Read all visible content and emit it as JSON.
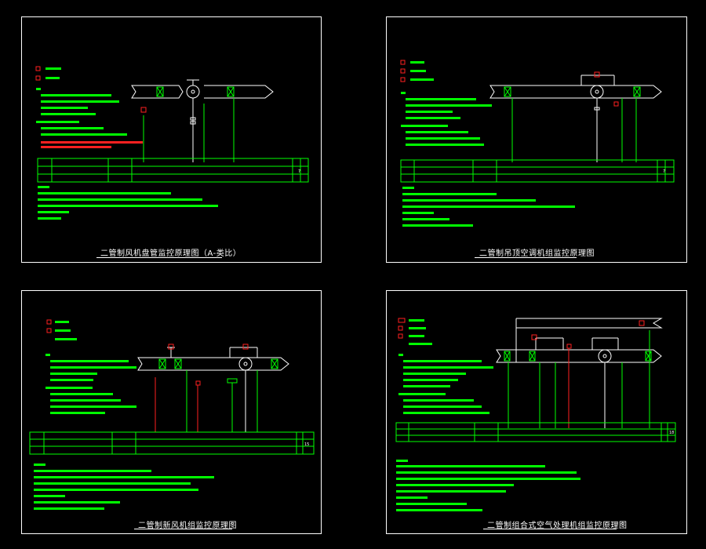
{
  "sheets": [
    {
      "title": "二管制风机盘管监控原理图（A-类比）",
      "table_end": "7"
    },
    {
      "title": "二管制吊顶空调机组监控原理图",
      "table_end": "7"
    },
    {
      "title": "二管制新风机组监控原理图",
      "table_end": "15"
    },
    {
      "title": "二管制组合式空气处理机组监控原理图",
      "table_end": "18"
    }
  ],
  "colors": {
    "line": "#00ff00",
    "accent": "#ff2020",
    "frame": "#ffffff",
    "bg": "#000000"
  }
}
